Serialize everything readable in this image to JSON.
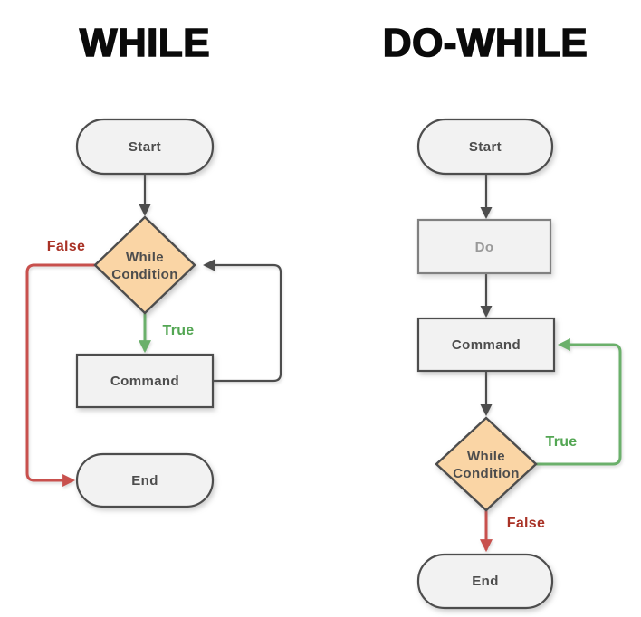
{
  "diagram": {
    "while_chart": {
      "title": "WHILE",
      "nodes": {
        "start": "Start",
        "condition_line1": "While",
        "condition_line2": "Condition",
        "command": "Command",
        "end": "End"
      },
      "edge_labels": {
        "false": "False",
        "true": "True"
      }
    },
    "do_while_chart": {
      "title": "DO-WHILE",
      "nodes": {
        "start": "Start",
        "do": "Do",
        "command": "Command",
        "condition_line1": "While",
        "condition_line2": "Condition",
        "end": "End"
      },
      "edge_labels": {
        "true": "True",
        "false": "False"
      }
    },
    "colors": {
      "background": "#ffffff",
      "node_fill": "#f2f2f2",
      "node_border": "#4d4d4d",
      "node_text": "#4d4d4d",
      "condition_fill": "#fad5a5",
      "do_border": "#808080",
      "do_text": "#999999",
      "true_line": "#6bb06b",
      "true_text": "#53a653",
      "false_line": "#c8504d",
      "false_text": "#a93226",
      "title_text": "#0a0a0a"
    }
  }
}
